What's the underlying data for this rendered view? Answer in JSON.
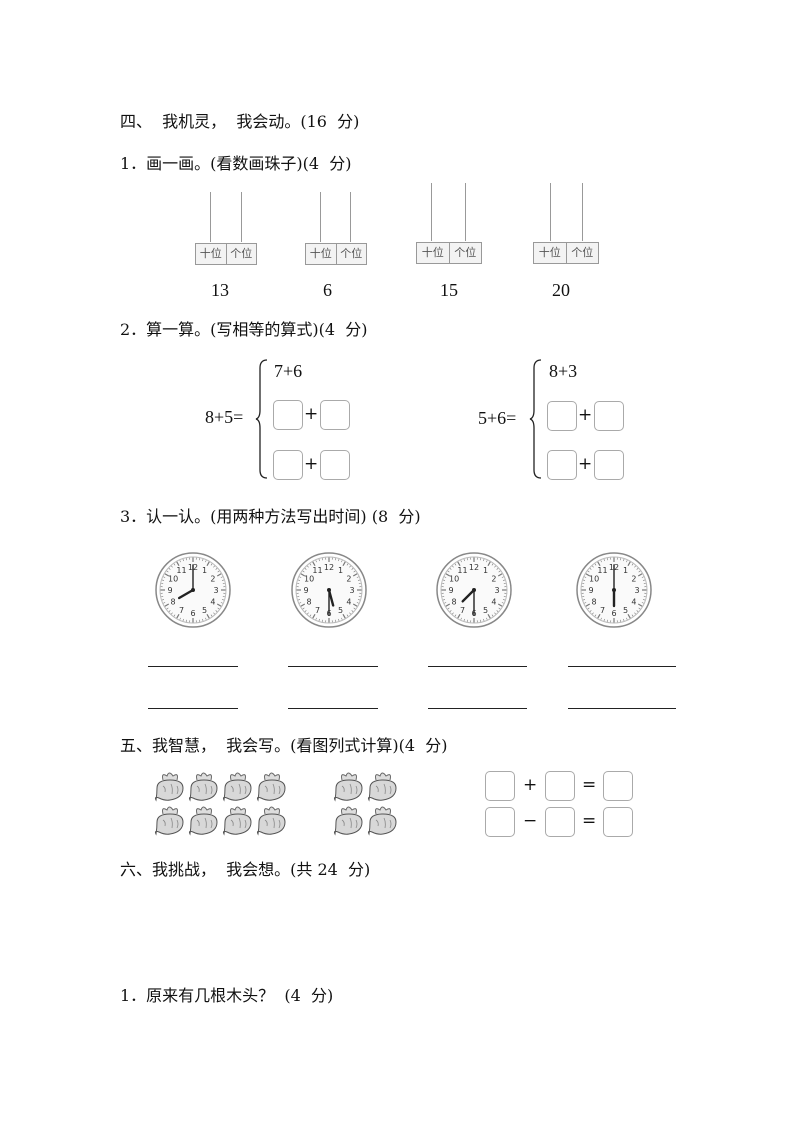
{
  "section4": {
    "title": "四、  我机灵，  我会动。(16  分)"
  },
  "q1": {
    "title": "1．画一画。(看数画珠子)(4  分)",
    "abacus": [
      {
        "tens_label": "十位",
        "ones_label": "个位",
        "number": "13"
      },
      {
        "tens_label": "十位",
        "ones_label": "个位",
        "number": "6"
      },
      {
        "tens_label": "十位",
        "ones_label": "个位",
        "number": "15"
      },
      {
        "tens_label": "十位",
        "ones_label": "个位",
        "number": "20"
      }
    ]
  },
  "q2": {
    "title": "2．算一算。(写相等的算式)(4  分)",
    "groups": [
      {
        "left": "8+5=",
        "given": "7+6",
        "plus": "+"
      },
      {
        "left": "5+6=",
        "given": "8+3",
        "plus": "+"
      }
    ]
  },
  "q3": {
    "title": "3．认一认。(用两种方法写出时间) (8  分)",
    "clocks": [
      {
        "hour": 8,
        "minute": 0
      },
      {
        "hour": 5,
        "minute": 30
      },
      {
        "hour": 7,
        "minute": 30
      },
      {
        "hour": 6,
        "minute": 0
      }
    ],
    "numerals": [
      "12",
      "1",
      "2",
      "3",
      "4",
      "5",
      "6",
      "7",
      "8",
      "9",
      "10",
      "11"
    ]
  },
  "section5": {
    "title": "五、我智慧，  我会写。(看图列式计算)(4  分)",
    "group1_count": 8,
    "group2_count": 4,
    "row1_op": "+",
    "row2_op": "−",
    "equals": "="
  },
  "section6": {
    "title": "六、我挑战，  我会想。(共 24  分)"
  },
  "q6_1": {
    "title": "1．原来有几根木头？  (4  分)"
  }
}
